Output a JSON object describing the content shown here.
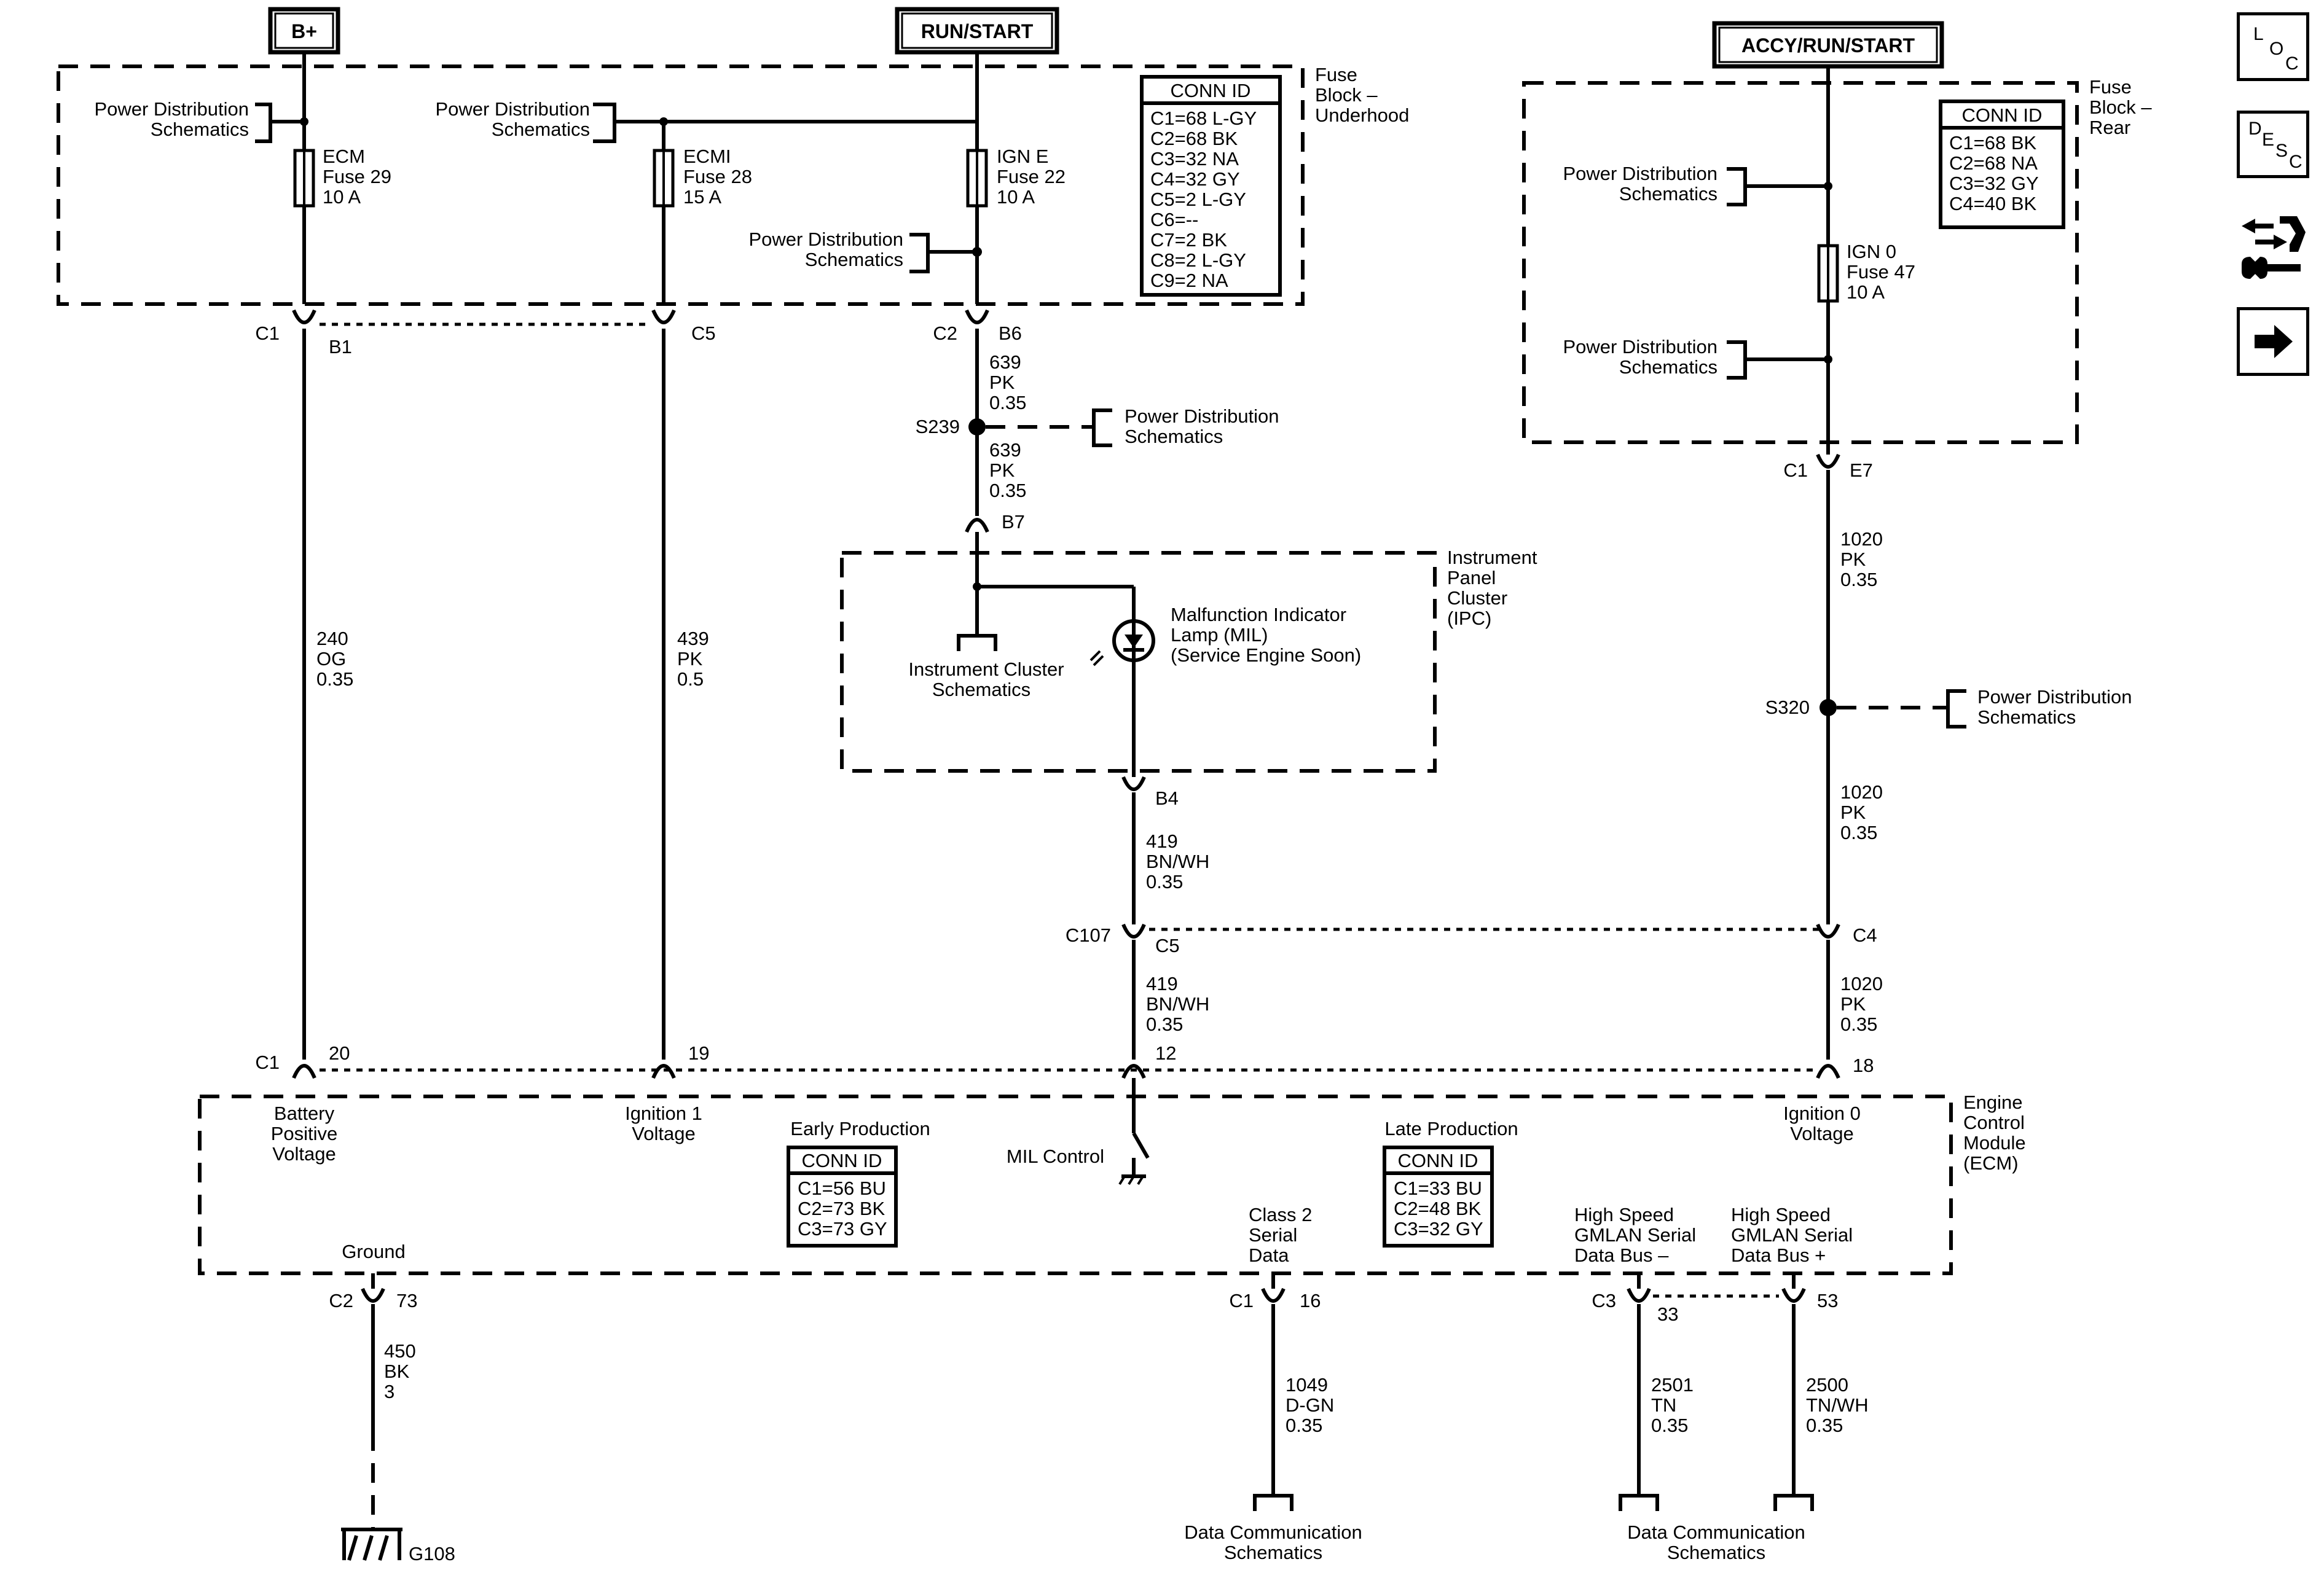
{
  "sources": {
    "b_plus": "B+",
    "run_start": "RUN/START",
    "accy_run_start": "ACCY/RUN/START"
  },
  "fuse_block_underhood": {
    "label": [
      "Fuse",
      "Block –",
      "Underhood"
    ],
    "power_dist_1": [
      "Power Distribution",
      "Schematics"
    ],
    "power_dist_2": [
      "Power Distribution",
      "Schematics"
    ],
    "power_dist_3": [
      "Power Distribution",
      "Schematics"
    ],
    "fuses": [
      {
        "lines": [
          "ECM",
          "Fuse 29",
          "10 A"
        ]
      },
      {
        "lines": [
          "ECMI",
          "Fuse 28",
          "15 A"
        ]
      },
      {
        "lines": [
          "IGN E",
          "Fuse 22",
          "10 A"
        ]
      }
    ],
    "conn_id": {
      "title": "CONN ID",
      "rows": [
        "C1=68 L-GY",
        "C2=68 BK",
        "C3=32 NA",
        "C4=32 GY",
        "C5=2 L-GY",
        "C6=--",
        "C7=2 BK",
        "C8=2 L-GY",
        "C9=2 NA"
      ]
    }
  },
  "fuse_block_rear": {
    "label": [
      "Fuse",
      "Block –",
      "Rear"
    ],
    "power_dist_1": [
      "Power Distribution",
      "Schematics"
    ],
    "power_dist_2": [
      "Power Distribution",
      "Schematics"
    ],
    "fuse": {
      "lines": [
        "IGN 0",
        "Fuse 47",
        "10 A"
      ]
    },
    "conn_id": {
      "title": "CONN ID",
      "rows": [
        "C1=68 BK",
        "C2=68 NA",
        "C3=32 GY",
        "C4=40 BK"
      ]
    }
  },
  "connectors": {
    "c1": "C1",
    "b1": "B1",
    "c5": "C5",
    "c2": "C2",
    "b6": "B6",
    "b7": "B7",
    "b4": "B4",
    "c107": "C107",
    "c5b": "C5",
    "c4": "C4",
    "rear_c1": "C1",
    "e7": "E7",
    "ecm_c1": "C1",
    "pin20": "20",
    "pin19": "19",
    "pin12": "12",
    "pin18": "18",
    "ecm_c2": "C2",
    "pin73": "73",
    "ecm_c1b": "C1",
    "pin16": "16",
    "ecm_c3": "C3",
    "pin33": "33",
    "pin53": "53"
  },
  "wires": {
    "w240": [
      "240",
      "OG",
      "0.35"
    ],
    "w439": [
      "439",
      "PK",
      "0.5"
    ],
    "w639a": [
      "639",
      "PK",
      "0.35"
    ],
    "w639b": [
      "639",
      "PK",
      "0.35"
    ],
    "w419a": [
      "419",
      "BN/WH",
      "0.35"
    ],
    "w419b": [
      "419",
      "BN/WH",
      "0.35"
    ],
    "w1020a": [
      "1020",
      "PK",
      "0.35"
    ],
    "w1020b": [
      "1020",
      "PK",
      "0.35"
    ],
    "w1020c": [
      "1020",
      "PK",
      "0.35"
    ],
    "w450": [
      "450",
      "BK",
      "3"
    ],
    "w1049": [
      "1049",
      "D-GN",
      "0.35"
    ],
    "w2501": [
      "2501",
      "TN",
      "0.35"
    ],
    "w2500": [
      "2500",
      "TN/WH",
      "0.35"
    ]
  },
  "splices": {
    "s239": "S239",
    "s239_dest": [
      "Power Distribution",
      "Schematics"
    ],
    "s320": "S320",
    "s320_dest": [
      "Power Distribution",
      "Schematics"
    ]
  },
  "ipc": {
    "label": [
      "Instrument",
      "Panel",
      "Cluster",
      "(IPC)"
    ],
    "cluster_schem": [
      "Instrument Cluster",
      "Schematics"
    ],
    "mil": [
      "Malfunction Indicator",
      "Lamp (MIL)",
      "(Service Engine Soon)"
    ]
  },
  "ecm": {
    "label": [
      "Engine",
      "Control",
      "Module",
      "(ECM)"
    ],
    "battery": [
      "Battery",
      "Positive",
      "Voltage"
    ],
    "ignition1": [
      "Ignition 1",
      "Voltage"
    ],
    "ignition0": [
      "Ignition 0",
      "Voltage"
    ],
    "mil_control": "MIL Control",
    "ground": "Ground",
    "class2": [
      "Class 2",
      "Serial",
      "Data"
    ],
    "hs_minus": [
      "High Speed",
      "GMLAN Serial",
      "Data Bus –"
    ],
    "hs_plus": [
      "High Speed",
      "GMLAN Serial",
      "Data Bus +"
    ],
    "early": {
      "title": "Early Production",
      "conn_title": "CONN ID",
      "rows": [
        "C1=56 BU",
        "C2=73 BK",
        "C3=73 GY"
      ]
    },
    "late": {
      "title": "Late Production",
      "conn_title": "CONN ID",
      "rows": [
        "C1=33 BU",
        "C2=48 BK",
        "C3=32 GY"
      ]
    }
  },
  "bottom": {
    "g108": "G108",
    "data_comm_1": [
      "Data Communication",
      "Schematics"
    ],
    "data_comm_2": [
      "Data Communication",
      "Schematics"
    ]
  },
  "nav": {
    "loc": [
      "L",
      "O",
      "C"
    ],
    "desc": [
      "D",
      "E",
      "S",
      "C"
    ]
  }
}
